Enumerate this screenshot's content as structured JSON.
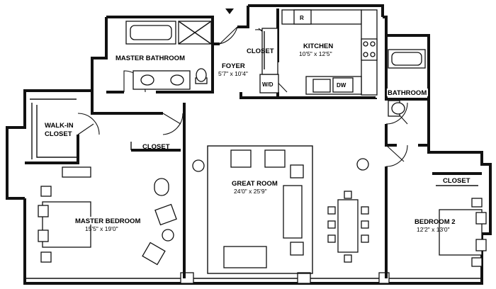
{
  "rooms": {
    "kitchen": {
      "name": "KITCHEN",
      "dims": "10'5\" x 12'5\""
    },
    "foyer": {
      "name": "FOYER",
      "dims": "5'7\" x 10'4\""
    },
    "master_bathroom": {
      "name": "MASTER BATHROOM"
    },
    "bathroom": {
      "name": "BATHROOM"
    },
    "walk_in_closet": {
      "name_line1": "WALK-IN",
      "name_line2": "CLOSET"
    },
    "closet_foyer": {
      "name": "CLOSET"
    },
    "closet_hall": {
      "name": "CLOSET"
    },
    "closet_bedroom2": {
      "name": "CLOSET"
    },
    "great_room": {
      "name": "GREAT ROOM",
      "dims": "24'0\" x 25'9\""
    },
    "master_bedroom": {
      "name": "MASTER BEDROOM",
      "dims": "15'5\" x 19'0\""
    },
    "bedroom2": {
      "name": "BEDROOM 2",
      "dims": "12'2\" x 13'0\""
    }
  },
  "appliances": {
    "refrigerator": "R",
    "dishwasher": "DW",
    "washer_dryer": "W/D"
  }
}
